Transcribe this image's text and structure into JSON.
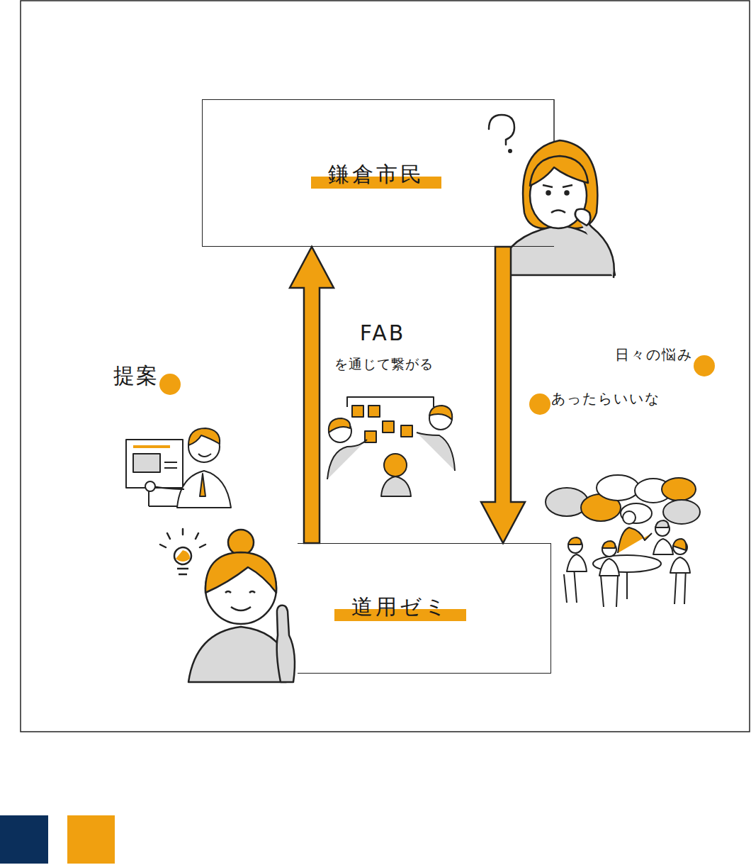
{
  "diagram": {
    "nodes": [
      {
        "text": [
          "鎌倉市民"
        ]
      },
      {
        "text": [
          "道用ゼミ"
        ]
      }
    ],
    "edges": [
      {
        "from": 0,
        "to": 1,
        "arrow": "to"
      },
      {
        "from": 1,
        "to": 0,
        "arrow": "to"
      }
    ],
    "labels": [
      "FAB",
      "を通じて繋がる",
      "提案",
      "日々の悩み",
      "あったらいいな"
    ]
  }
}
